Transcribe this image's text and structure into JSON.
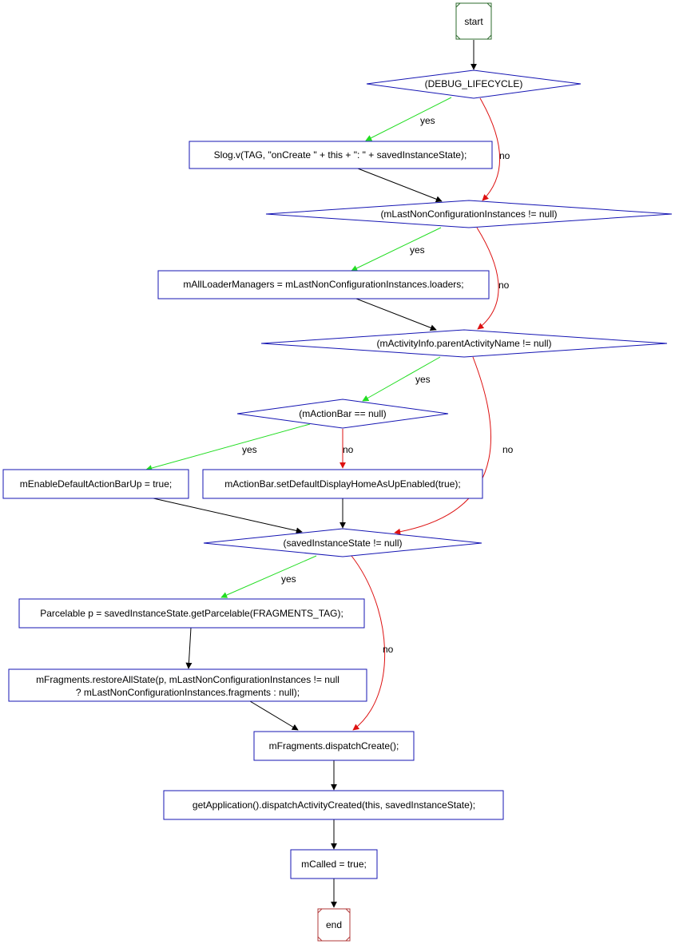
{
  "colors": {
    "box_border": "#1515b3",
    "yes_edge": "#22dd22",
    "no_edge": "#dd1111",
    "plain_edge": "#000000",
    "start_border": "#2e6b2e",
    "end_border": "#b23a3a"
  },
  "nodes": {
    "start": "start",
    "debug_lifecycle": "(DEBUG_LIFECYCLE)",
    "slog": "Slog.v(TAG, \"onCreate \" + this + \": \" + savedInstanceState);",
    "last_nonconfig": "(mLastNonConfigurationInstances != null)",
    "all_loader_managers": "mAllLoaderManagers = mLastNonConfigurationInstances.loaders;",
    "parent_activity": "(mActivityInfo.parentActivityName != null)",
    "action_bar_null": "(mActionBar == null)",
    "enable_default": "mEnableDefaultActionBarUp = true;",
    "set_home_as_up": "mActionBar.setDefaultDisplayHomeAsUpEnabled(true);",
    "saved_state": "(savedInstanceState != null)",
    "parcelable": "Parcelable p = savedInstanceState.getParcelable(FRAGMENTS_TAG);",
    "restore_line1": "mFragments.restoreAllState(p, mLastNonConfigurationInstances != null",
    "restore_line2": "? mLastNonConfigurationInstances.fragments : null);",
    "dispatch_create": "mFragments.dispatchCreate();",
    "dispatch_activity": "getApplication().dispatchActivityCreated(this, savedInstanceState);",
    "called": "mCalled = true;",
    "end": "end"
  },
  "edge_labels": {
    "yes": "yes",
    "no": "no"
  }
}
